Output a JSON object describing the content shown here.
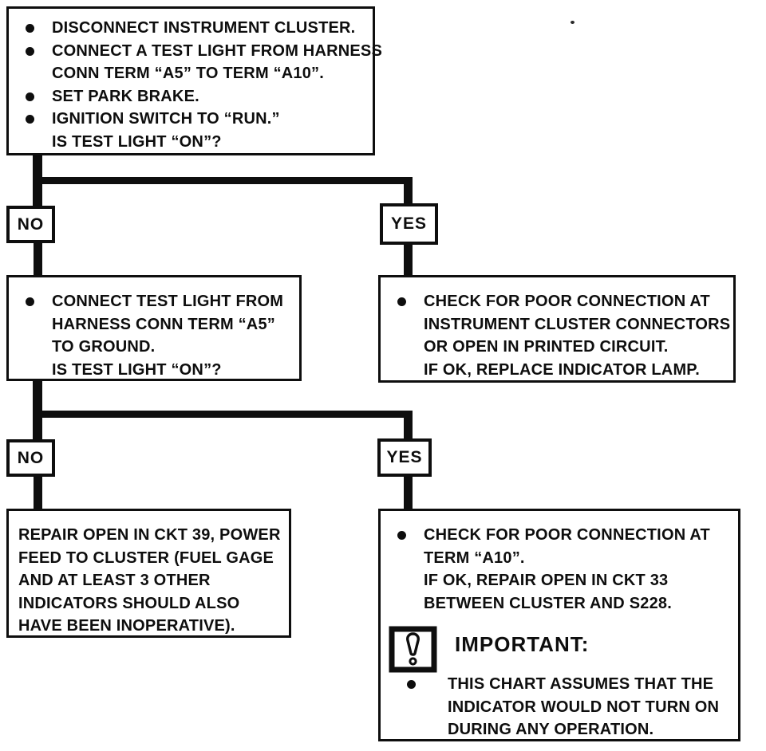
{
  "palette": {
    "ink": "#0e0e0e",
    "paper": "#ffffff"
  },
  "boxes": {
    "step1": {
      "lines": [
        {
          "bullet": true,
          "text": "DISCONNECT INSTRUMENT CLUSTER."
        },
        {
          "bullet": true,
          "text": "CONNECT A TEST LIGHT FROM HARNESS"
        },
        {
          "bullet": false,
          "text": "CONN TERM “A5” TO TERM “A10”."
        },
        {
          "bullet": true,
          "text": "SET PARK BRAKE."
        },
        {
          "bullet": true,
          "text": "IGNITION SWITCH TO “RUN.”"
        },
        {
          "bullet": false,
          "text": "IS TEST LIGHT “ON”?"
        }
      ]
    },
    "decision1": {
      "no": "NO",
      "yes": "YES"
    },
    "step2_no": {
      "lines": [
        {
          "bullet": true,
          "text": "CONNECT TEST LIGHT FROM"
        },
        {
          "bullet": false,
          "text": "HARNESS CONN TERM “A5”"
        },
        {
          "bullet": false,
          "text": "TO GROUND."
        },
        {
          "bullet": false,
          "text": "IS TEST LIGHT “ON”?"
        }
      ]
    },
    "step2_yes": {
      "lines": [
        {
          "bullet": true,
          "text": "CHECK FOR POOR CONNECTION AT"
        },
        {
          "bullet": false,
          "text": "INSTRUMENT CLUSTER CONNECTORS"
        },
        {
          "bullet": false,
          "text": "OR OPEN IN PRINTED CIRCUIT."
        },
        {
          "bullet": false,
          "text": "IF OK, REPLACE INDICATOR LAMP."
        }
      ]
    },
    "decision2": {
      "no": "NO",
      "yes": "YES"
    },
    "result_no": {
      "lines": [
        {
          "bullet": false,
          "text": "REPAIR OPEN IN CKT 39, POWER"
        },
        {
          "bullet": false,
          "text": "FEED TO CLUSTER (FUEL GAGE"
        },
        {
          "bullet": false,
          "text": "AND AT LEAST 3 OTHER"
        },
        {
          "bullet": false,
          "text": "INDICATORS SHOULD ALSO"
        },
        {
          "bullet": false,
          "text": "HAVE BEEN INOPERATIVE)."
        }
      ]
    },
    "result_yes": {
      "lines": [
        {
          "bullet": true,
          "text": "CHECK FOR POOR CONNECTION AT"
        },
        {
          "bullet": false,
          "text": "TERM “A10”."
        },
        {
          "bullet": false,
          "text": "IF OK, REPAIR OPEN IN CKT 33"
        },
        {
          "bullet": false,
          "text": "BETWEEN CLUSTER AND S228."
        }
      ],
      "important": {
        "label": "IMPORTANT:",
        "icon": "exclamation-in-box",
        "lines": [
          {
            "bullet": true,
            "text": "THIS CHART ASSUMES THAT THE"
          },
          {
            "bullet": false,
            "text": "INDICATOR WOULD NOT TURN ON"
          },
          {
            "bullet": false,
            "text": "DURING ANY OPERATION."
          }
        ]
      }
    }
  }
}
